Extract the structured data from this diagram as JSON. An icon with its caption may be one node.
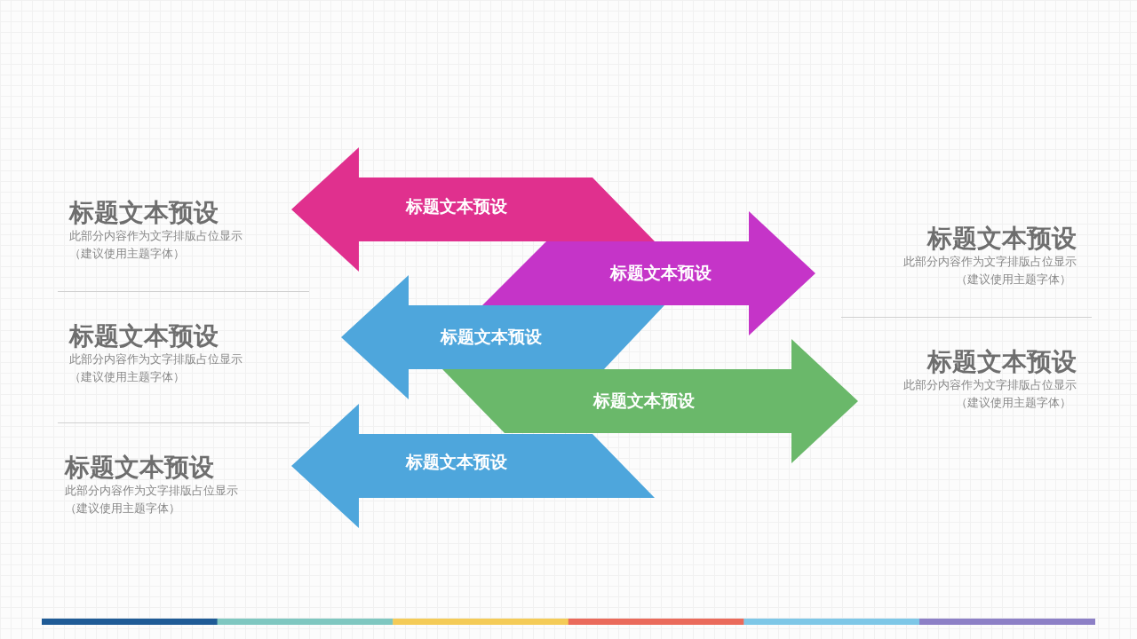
{
  "diagram": {
    "nodes": [
      {
        "text": [
          "标题文本预设"
        ]
      },
      {
        "text": [
          "标题文本预设"
        ]
      },
      {
        "text": [
          "标题文本预设"
        ]
      },
      {
        "text": [
          "标题文本预设"
        ]
      },
      {
        "text": [
          "标题文本预设"
        ]
      }
    ],
    "labels": [
      "标题文本预设",
      "此部分内容作为文字排版占位显示",
      "（建议使用主题字体）",
      "标题文本预设",
      "此部分内容作为文字排版占位显示",
      "（建议使用主题字体）",
      "标题文本预设",
      "此部分内容作为文字排版占位显示",
      "（建议使用主题字体）",
      "标题文本预设",
      "此部分内容作为文字排版占位显示",
      "（建议使用主题字体）",
      "标题文本预设",
      "此部分内容作为文字排版占位显示",
      "（建议使用主题字体）"
    ]
  }
}
